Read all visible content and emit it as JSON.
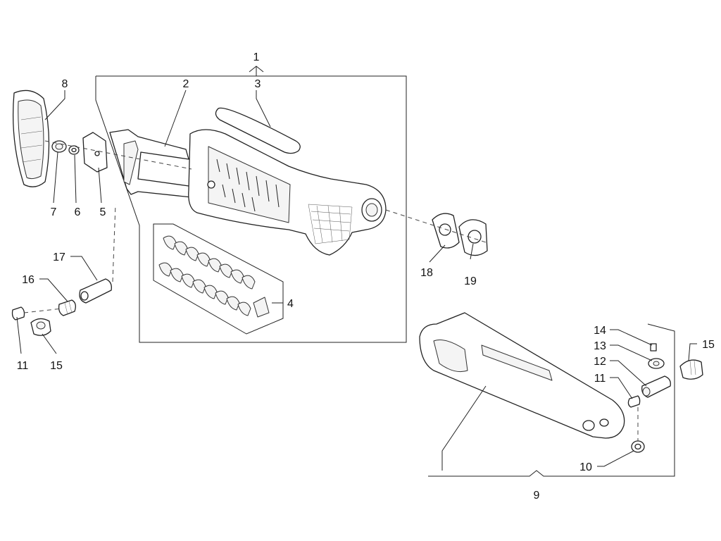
{
  "labels": {
    "l1": "1",
    "l2": "2",
    "l3": "3",
    "l4": "4",
    "l5": "5",
    "l6": "6",
    "l7": "7",
    "l8": "8",
    "l9": "9",
    "l10": "10",
    "l11a": "11",
    "l11b": "11",
    "l12": "12",
    "l13": "13",
    "l14": "14",
    "l15a": "15",
    "l15b": "15",
    "l16": "16",
    "l17": "17",
    "l18": "18",
    "l19": "19"
  }
}
